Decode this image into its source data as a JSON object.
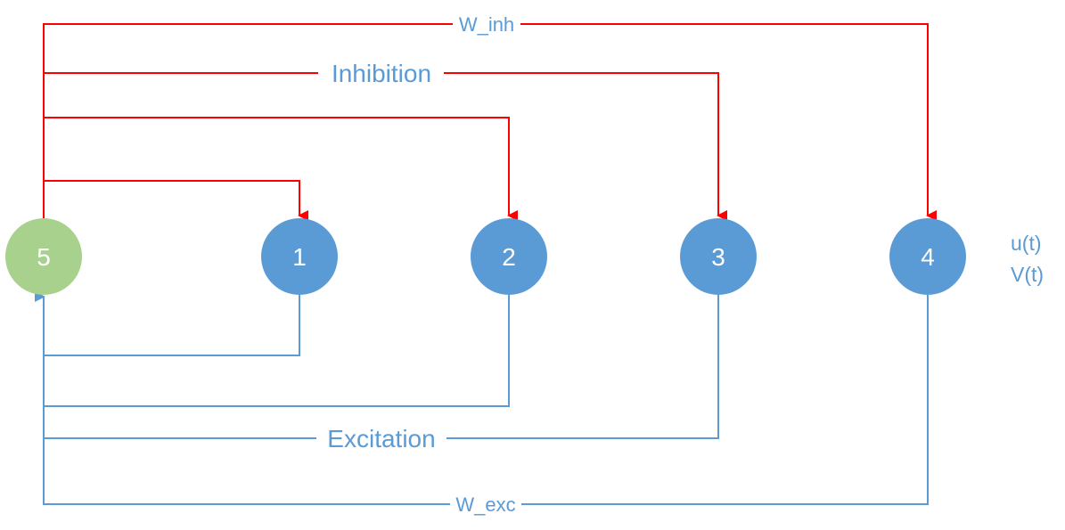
{
  "nodes": [
    {
      "id": "5",
      "label": "5",
      "color": "#a9d18e"
    },
    {
      "id": "1",
      "label": "1",
      "color": "#5b9bd5"
    },
    {
      "id": "2",
      "label": "2",
      "color": "#5b9bd5"
    },
    {
      "id": "3",
      "label": "3",
      "color": "#5b9bd5"
    },
    {
      "id": "4",
      "label": "4",
      "color": "#5b9bd5"
    }
  ],
  "inhibition": {
    "color": "#ff0000",
    "label_inh": "W_inh",
    "label_group": "Inhibition",
    "edges": [
      {
        "from": "5",
        "to": "1"
      },
      {
        "from": "5",
        "to": "2"
      },
      {
        "from": "5",
        "to": "3"
      },
      {
        "from": "5",
        "to": "4"
      }
    ]
  },
  "excitation": {
    "color": "#5b9bd5",
    "label_group": "Excitation",
    "label_exc": "W_exc",
    "edges": [
      {
        "from": "1",
        "to": "5"
      },
      {
        "from": "2",
        "to": "5"
      },
      {
        "from": "3",
        "to": "5"
      },
      {
        "from": "4",
        "to": "5"
      }
    ]
  },
  "state_labels": {
    "u": "u(t)",
    "v": "V(t)"
  }
}
